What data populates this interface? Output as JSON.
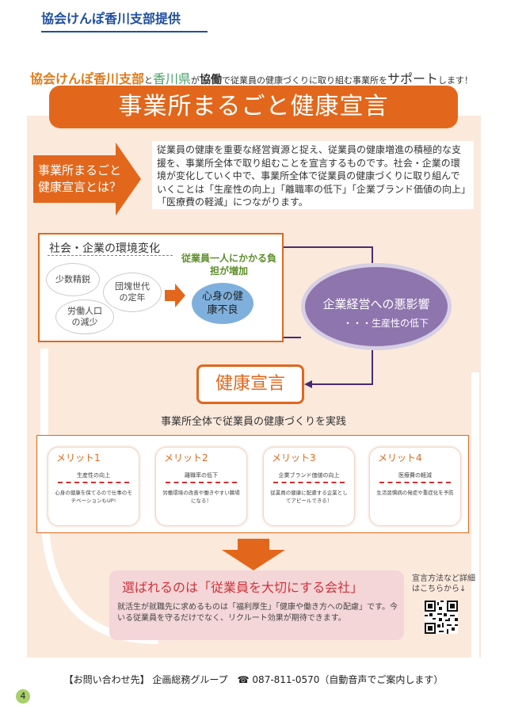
{
  "header": {
    "provider": "協会けんぽ香川支部提供"
  },
  "intro": {
    "org1": "協会けんぽ香川支部",
    "p1": "と",
    "org2": "香川県",
    "p2": "が",
    "coop": "協働",
    "p3": "で従業員の健康づくりに取り組む事業所を",
    "support": "サポート",
    "p4": "します！"
  },
  "banner": {
    "title": "事業所まるごと健康宣言"
  },
  "definition": {
    "label": "事業所まるごと健康宣言とは？",
    "text": "従業員の健康を重要な経営資源と捉え、従業員の健康増進の積極的な支援を、事業所全体で取り組むことを宣言するものです。社会・企業の環境が変化していく中で、事業所全体で従業員の健康づくりに取り組んでいくことは「生産性の向上」「離職率の低下」「企業ブランド価値の向上」「医療費の軽減」につながります。"
  },
  "environment": {
    "title": "社会・企業の環境変化",
    "factors": [
      "少数精鋭",
      "団塊世代の定年",
      "労働人口の減少"
    ],
    "burden": "従業員一人にかかる負担が増加",
    "result": "心身の健康不良"
  },
  "impact": {
    "title": "企業経営への悪影響",
    "sub": "・・・生産性の低下"
  },
  "declaration": {
    "label": "健康宣言",
    "subtitle": "事業所全体で従業員の健康づくりを実践"
  },
  "merits": [
    {
      "title": "メリット1",
      "subtitle": "生産性の向上",
      "desc": "心身の健康を保てるので仕事のモチベーションもUP!"
    },
    {
      "title": "メリット2",
      "subtitle": "離職率の低下",
      "desc": "労働環境の改善や働きやすい職場になる！"
    },
    {
      "title": "メリット3",
      "subtitle": "企業ブランド価値の向上",
      "desc": "従業員の健康に配慮する企業としてアピールできる！"
    },
    {
      "title": "メリット4",
      "subtitle": "医療費の軽減",
      "desc": "生活習慣病の発症や重症化を予防"
    }
  ],
  "chosen": {
    "title": "選ばれるのは「従業員を大切にする会社」",
    "desc": "就活生が就職先に求めるものは「福利厚生」「健康や働き方への配慮」です。今いる従業員を守るだけでなく、リクルート効果が期待できます。"
  },
  "qr": {
    "text": "宣言方法など詳細はこちらから↓"
  },
  "contact": {
    "text": "【お問い合わせ先】 企画総務グループ　☎ 087-811-0570（自動音声でご案内します）"
  },
  "page": {
    "number": "4"
  }
}
